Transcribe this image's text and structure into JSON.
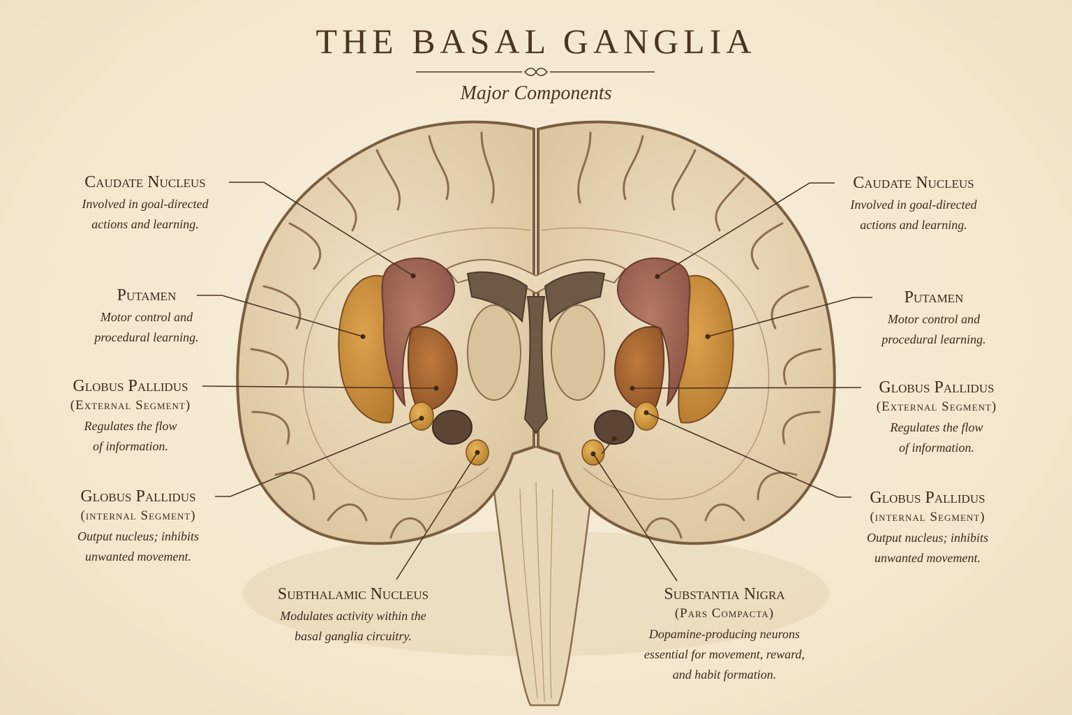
{
  "title": "THE BASAL GANGLIA",
  "subtitle": "Major Components",
  "labels": {
    "caudate_left": {
      "name": "Caudate Nucleus",
      "desc": "Involved in goal-directed\nactions and learning."
    },
    "caudate_right": {
      "name": "Caudate Nucleus",
      "desc": "Involved in goal-directed\nactions and learning."
    },
    "putamen_left": {
      "name": "Putamen",
      "desc": "Motor control and\nprocedural learning."
    },
    "putamen_right": {
      "name": "Putamen",
      "desc": "Motor control and\nprocedural learning."
    },
    "gpe_left": {
      "name": "Globus Pallidus",
      "segment": "(External Segment)",
      "desc": "Regulates the flow\nof information."
    },
    "gpe_right": {
      "name": "Globus Pallidus",
      "segment": "(External Segment)",
      "desc": "Regulates the flow\nof information."
    },
    "gpi_left": {
      "name": "Globus Pallidus",
      "segment": "(internal Segment)",
      "desc": "Output nucleus; inhibits\nunwanted movement."
    },
    "gpi_right": {
      "name": "Globus Pallidus",
      "segment": "(internal Segment)",
      "desc": "Output nucleus; inhibits\nunwanted movement."
    },
    "subthalamic": {
      "name": "Subthalamic Nucleus",
      "desc": "Modulates activity within the\nbasal ganglia circuitry."
    },
    "substantia": {
      "name": "Substantia Nigra",
      "segment": "(Pars Compacta)",
      "desc": "Dopamine-producing neurons\nessential for movement, reward,\nand habit formation."
    }
  },
  "colors": {
    "background": "#f5ead4",
    "tissue": "#e6d4b2",
    "cortex_outline": "#8a6e4e",
    "caudate": "#9c6250",
    "putamen": "#c98a3c",
    "globus_pallidus_external": "#a8642e",
    "globus_pallidus_internal": "#d29a3e",
    "subthalamic": "#d49a3a",
    "substantia_nigra": "#5c4535",
    "ventricle": "#6e5a44",
    "leader_line": "#4a3520"
  }
}
